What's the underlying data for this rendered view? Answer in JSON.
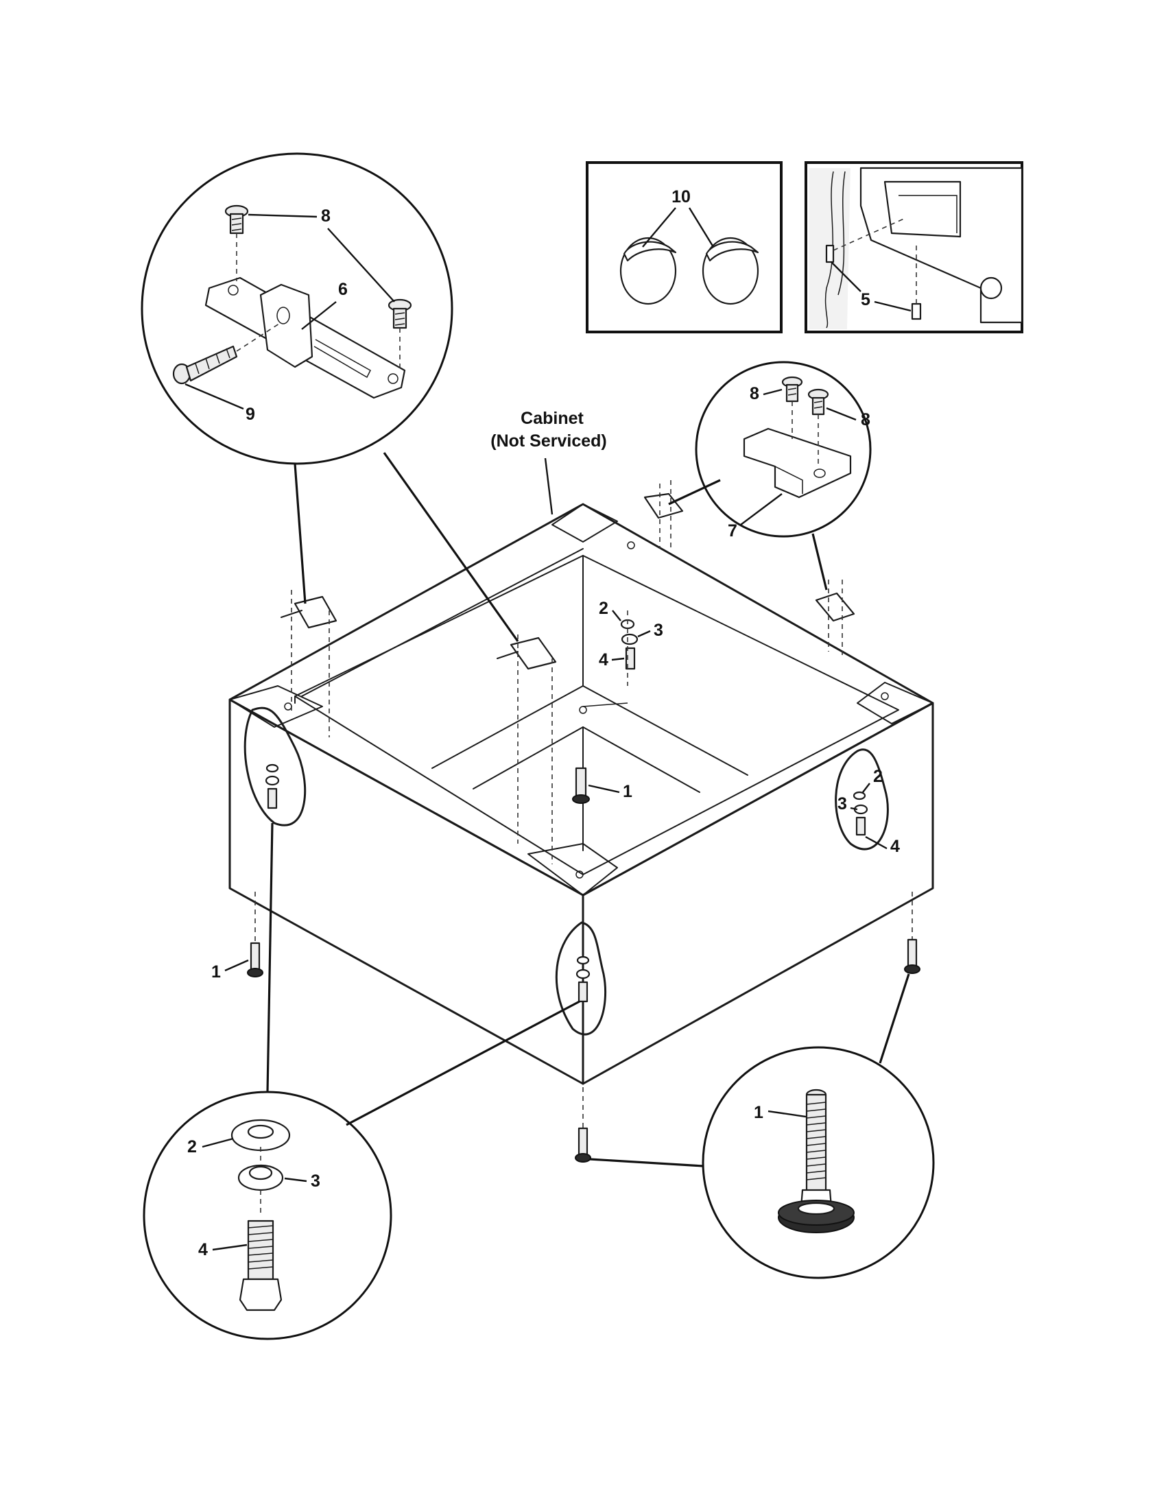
{
  "diagram": {
    "cabinet_label_line1": "Cabinet",
    "cabinet_label_line2": "(Not Serviced)",
    "callouts": {
      "c1": "1",
      "c2": "2",
      "c3": "3",
      "c4": "4",
      "c5": "5",
      "c6": "6",
      "c7": "7",
      "c8": "8",
      "c9": "9",
      "c10": "10"
    }
  }
}
